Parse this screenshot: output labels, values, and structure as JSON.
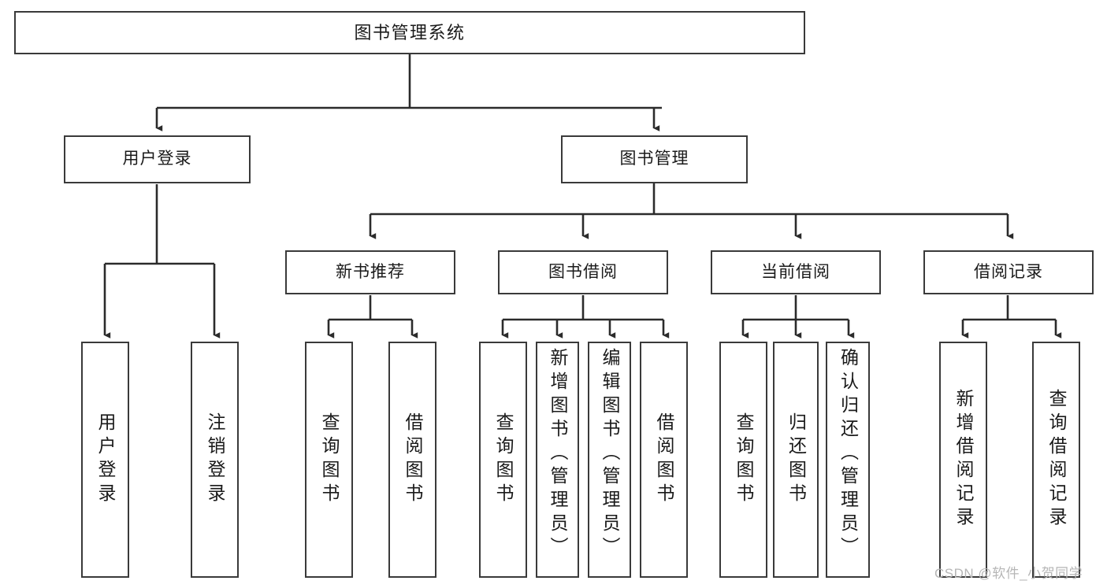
{
  "diagram": {
    "type": "tree-hierarchy",
    "title": "图书管理系统",
    "root": {
      "label": "图书管理系统"
    },
    "level1": [
      {
        "id": "user-login",
        "label": "用户登录"
      },
      {
        "id": "book-management",
        "label": "图书管理"
      }
    ],
    "level2": [
      {
        "id": "new-book-recommend",
        "label": "新书推荐",
        "parent": "book-management"
      },
      {
        "id": "book-borrow",
        "label": "图书借阅",
        "parent": "book-management"
      },
      {
        "id": "current-borrow",
        "label": "当前借阅",
        "parent": "book-management"
      },
      {
        "id": "borrow-record",
        "label": "借阅记录",
        "parent": "book-management"
      }
    ],
    "leaves": [
      {
        "id": "leaf-user-login",
        "label": "用户登录",
        "parent": "user-login"
      },
      {
        "id": "leaf-logout-login",
        "label": "注销登录",
        "parent": "user-login"
      },
      {
        "id": "leaf-query-book-1",
        "label": "查询图书",
        "parent": "new-book-recommend"
      },
      {
        "id": "leaf-borrow-book-1",
        "label": "借阅图书",
        "parent": "new-book-recommend"
      },
      {
        "id": "leaf-query-book-2",
        "label": "查询图书",
        "parent": "book-borrow"
      },
      {
        "id": "leaf-add-book",
        "label": "新增图书（管理员）",
        "parent": "book-borrow"
      },
      {
        "id": "leaf-edit-book",
        "label": "编辑图书（管理员）",
        "parent": "book-borrow"
      },
      {
        "id": "leaf-borrow-book-2",
        "label": "借阅图书",
        "parent": "book-borrow"
      },
      {
        "id": "leaf-query-book-3",
        "label": "查询图书",
        "parent": "current-borrow"
      },
      {
        "id": "leaf-return-book",
        "label": "归还图书",
        "parent": "current-borrow"
      },
      {
        "id": "leaf-confirm-return",
        "label": "确认归还（管理员）",
        "parent": "current-borrow"
      },
      {
        "id": "leaf-add-record",
        "label": "新增借阅记录",
        "parent": "borrow-record"
      },
      {
        "id": "leaf-query-record",
        "label": "查询借阅记录",
        "parent": "borrow-record"
      }
    ]
  },
  "watermark": {
    "text": "CSDN @软件_小贺同学"
  },
  "colors": {
    "stroke": "#3a3a3a",
    "background": "#ffffff",
    "text": "#1a1a1a",
    "watermark": "#b6b6b6"
  }
}
